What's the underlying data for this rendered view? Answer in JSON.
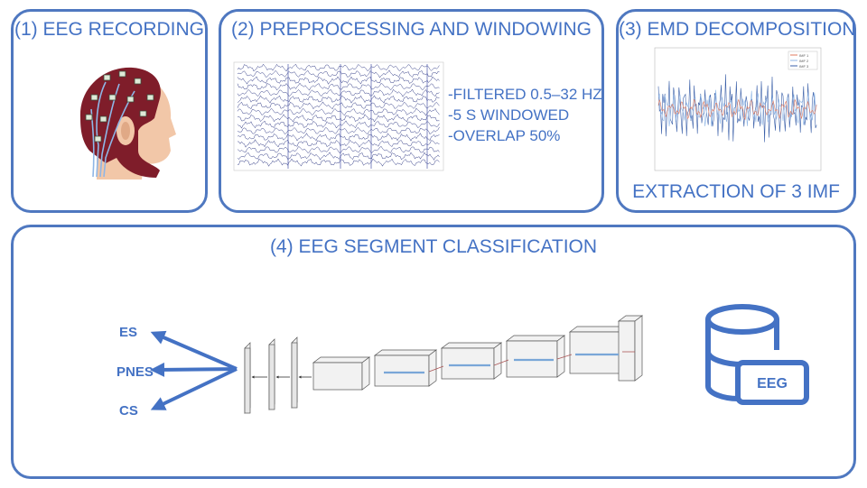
{
  "panels": {
    "recording": {
      "title": "(1) EEG RECORDING"
    },
    "preprocessing": {
      "title": "(2) PREPROCESSING AND WINDOWING",
      "bullets": [
        "-FILTERED 0.5–32 HZ",
        "-5 S WINDOWED",
        "-OVERLAP 50%"
      ]
    },
    "emd": {
      "title": "(3) EMD DECOMPOSITION",
      "caption": "EXTRACTION OF 3 IMF",
      "legend": [
        "IMF 1",
        "IMF 2",
        "IMF 3"
      ]
    },
    "classification": {
      "title": "(4) EEG SEGMENT CLASSIFICATION",
      "classes": [
        "ES",
        "PNES",
        "CS"
      ],
      "database_label": "EEG"
    }
  },
  "colors": {
    "accent": "#4472c4",
    "border": "#4f78c0",
    "cap": "#7f1d2a",
    "skin": "#f2c7a8",
    "eeg_trace": "#1f2a7a"
  }
}
